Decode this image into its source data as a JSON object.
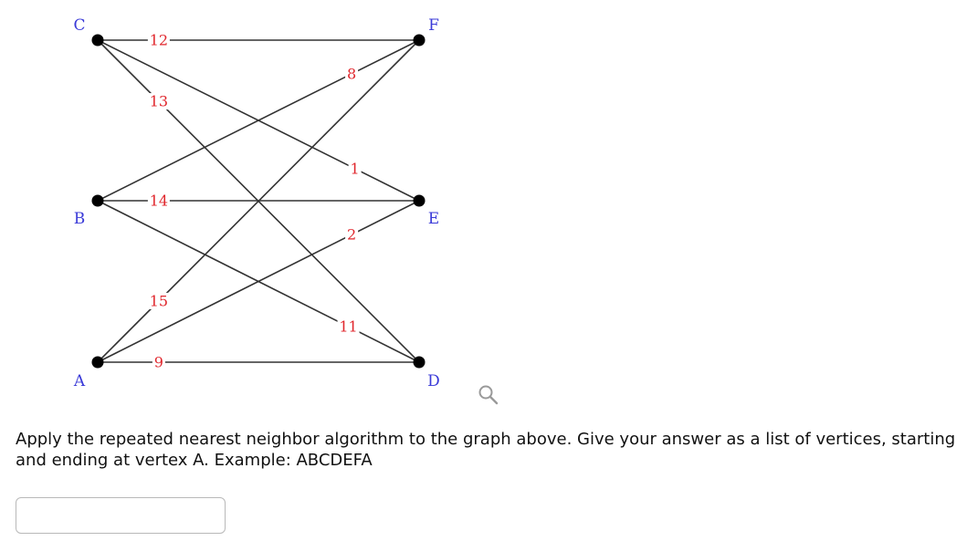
{
  "graph": {
    "vertices": [
      {
        "id": "C",
        "label": "C"
      },
      {
        "id": "F",
        "label": "F"
      },
      {
        "id": "B",
        "label": "B"
      },
      {
        "id": "E",
        "label": "E"
      },
      {
        "id": "A",
        "label": "A"
      },
      {
        "id": "D",
        "label": "D"
      }
    ],
    "edges": [
      {
        "from": "C",
        "to": "F",
        "weight": "12"
      },
      {
        "from": "C",
        "to": "D",
        "weight": "13"
      },
      {
        "from": "C",
        "to": "E",
        "weight": "1"
      },
      {
        "from": "B",
        "to": "F",
        "weight": "8"
      },
      {
        "from": "B",
        "to": "E",
        "weight": "14"
      },
      {
        "from": "B",
        "to": "D",
        "weight": "11"
      },
      {
        "from": "A",
        "to": "F",
        "weight": "15"
      },
      {
        "from": "A",
        "to": "E",
        "weight": "2"
      },
      {
        "from": "A",
        "to": "D",
        "weight": "9"
      }
    ]
  },
  "icons": {
    "zoom": "magnifier-icon"
  },
  "question": {
    "text": "Apply the repeated nearest neighbor algorithm to the graph above. Give your answer as a list of vertices, starting and ending at vertex A. Example: ABCDEFA"
  },
  "answer": {
    "value": "",
    "placeholder": ""
  }
}
